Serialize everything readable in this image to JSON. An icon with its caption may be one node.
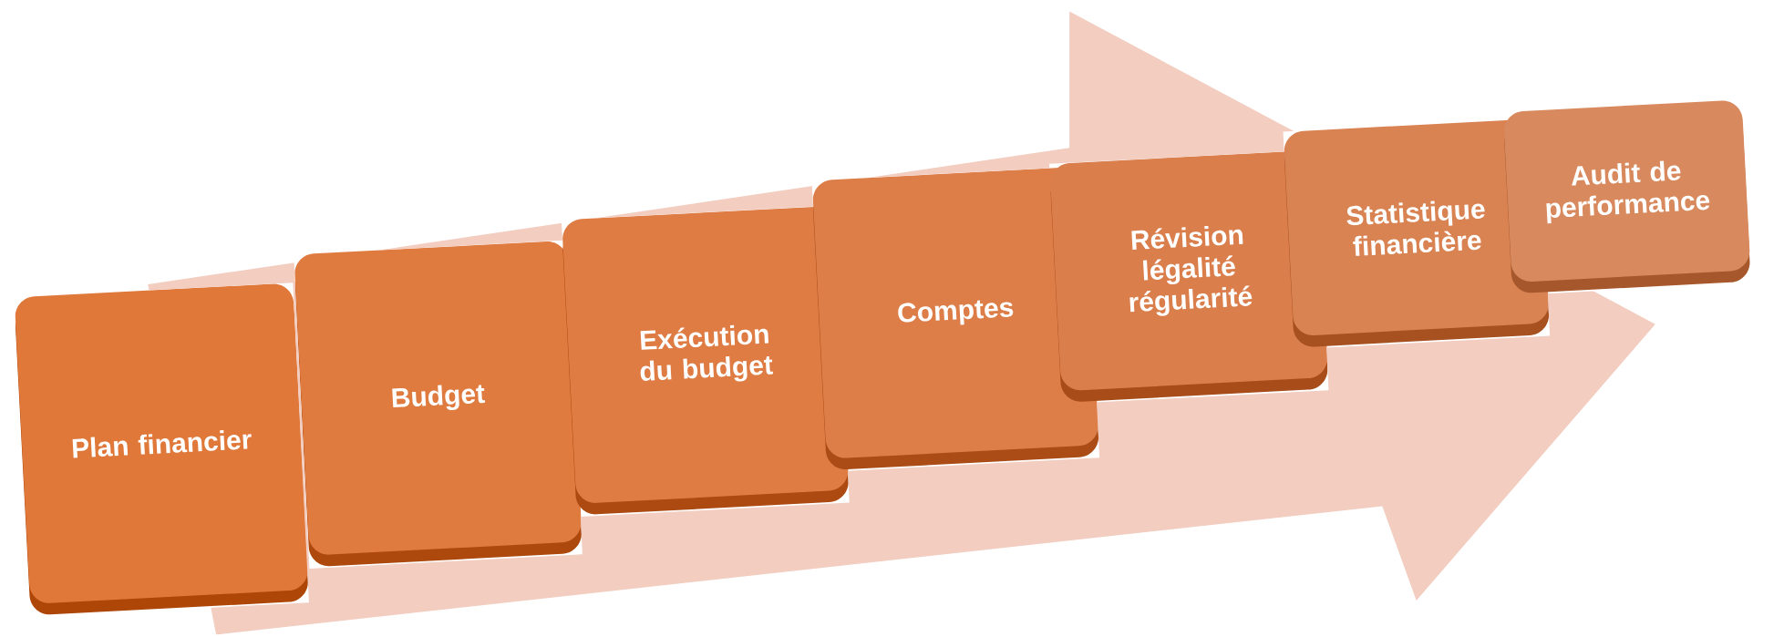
{
  "diagram": {
    "nodes": [
      {
        "text": [
          "Plan financier"
        ]
      },
      {
        "text": [
          "Budget"
        ]
      },
      {
        "text": [
          "Exécution du budget"
        ]
      },
      {
        "text": [
          "Comptes"
        ]
      },
      {
        "text": [
          "Révision légalité régularité"
        ]
      },
      {
        "text": [
          "Statistique financière"
        ]
      },
      {
        "text": [
          "Audit de performance"
        ]
      }
    ],
    "edges": [
      {
        "from": 0,
        "to": 6,
        "arrow": "to"
      }
    ]
  }
}
